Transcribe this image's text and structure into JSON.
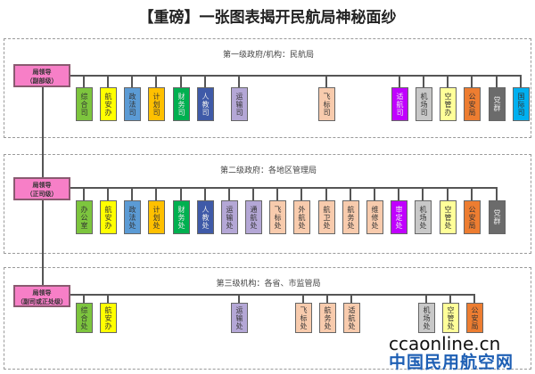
{
  "title": "【重磅】一张图表揭开民航局神秘面纱",
  "levels": [
    {
      "label": "第一级政府/机构：民航局",
      "head": [
        "局领导",
        "（副部级）"
      ],
      "units": [
        {
          "name": "综合司",
          "color": "#7dc53e"
        },
        {
          "name": "航安办",
          "color": "#ffff00"
        },
        {
          "name": "政法司",
          "color": "#5b9bd5"
        },
        {
          "name": "计划司",
          "color": "#ffc000"
        },
        {
          "name": "财务司",
          "color": "#00b050"
        },
        {
          "name": "人教司",
          "color": "#3f5aa8"
        },
        {
          "name": "运输司",
          "color": "#b4a7d6"
        },
        {
          "name": "飞标司",
          "color": "#f8cbad"
        },
        {
          "name": "适航司",
          "color": "#c000ff"
        },
        {
          "name": "机场司",
          "color": "#c8c8c8"
        },
        {
          "name": "空管办",
          "color": "#ffff99"
        },
        {
          "name": "公安局",
          "color": "#ed7d31"
        },
        {
          "name": "党群",
          "color": "#6b6b6b"
        },
        {
          "name": "国际司",
          "color": "#00b0f0"
        }
      ]
    },
    {
      "label": "第二级政府：各地区管理局",
      "head": [
        "局领导",
        "（正司级）"
      ],
      "units": [
        {
          "name": "办公室",
          "color": "#7dc53e"
        },
        {
          "name": "航安办",
          "color": "#ffff00"
        },
        {
          "name": "政法处",
          "color": "#5b9bd5"
        },
        {
          "name": "计划处",
          "color": "#ffc000"
        },
        {
          "name": "财务处",
          "color": "#00b050"
        },
        {
          "name": "人教处",
          "color": "#3f5aa8"
        },
        {
          "name": "运输处",
          "color": "#b4a7d6"
        },
        {
          "name": "通航处",
          "color": "#b4a7d6"
        },
        {
          "name": "飞标处",
          "color": "#f8cbad"
        },
        {
          "name": "外航处",
          "color": "#f8cbad"
        },
        {
          "name": "航卫处",
          "color": "#f8cbad"
        },
        {
          "name": "航务处",
          "color": "#f8cbad"
        },
        {
          "name": "维修处",
          "color": "#f8cbad"
        },
        {
          "name": "审定处",
          "color": "#c000ff"
        },
        {
          "name": "机场处",
          "color": "#c8c8c8"
        },
        {
          "name": "空管处",
          "color": "#ffff99"
        },
        {
          "name": "公安局",
          "color": "#ed7d31"
        },
        {
          "name": "党群",
          "color": "#6b6b6b"
        }
      ]
    },
    {
      "label": "第三级机构：各省、市监管局",
      "head": [
        "局领导",
        "（副司或正处级）"
      ],
      "units": [
        {
          "name": "综合处",
          "color": "#7dc53e"
        },
        {
          "name": "航安办",
          "color": "#ffff00"
        },
        {
          "name": "运输处",
          "color": "#b4a7d6"
        },
        {
          "name": "飞标处",
          "color": "#f8cbad"
        },
        {
          "name": "航务处",
          "color": "#f8cbad"
        },
        {
          "name": "适航处",
          "color": "#f8cbad"
        },
        {
          "name": "机场处",
          "color": "#c8c8c8"
        },
        {
          "name": "空管处",
          "color": "#ffff99"
        },
        {
          "name": "公安局",
          "color": "#ed7d31"
        }
      ]
    }
  ],
  "watermark": {
    "line1": "ccaonline.cn",
    "line2": "中国民用航空网"
  }
}
